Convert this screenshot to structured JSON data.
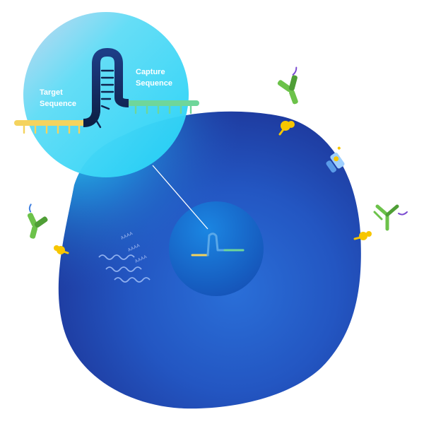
{
  "diagram": {
    "labels": {
      "target_line1": "Target",
      "target_line2": "Sequence",
      "capture_line1": "Capture",
      "capture_line2": "Sequence"
    },
    "mrna_tail": "AAAA",
    "colors": {
      "cell_dark": "#1f3fa6",
      "cell_mid": "#2257c6",
      "cell_light": "#23c4f2",
      "nucleus": "#1a73d9",
      "magnifier": "#54d4f2",
      "target_strand": "#f4d35e",
      "capture_strand": "#6fd69a",
      "hairpin": "#132a57",
      "antibody_green": "#6cc24a",
      "antigen_yellow": "#f7c600"
    }
  }
}
